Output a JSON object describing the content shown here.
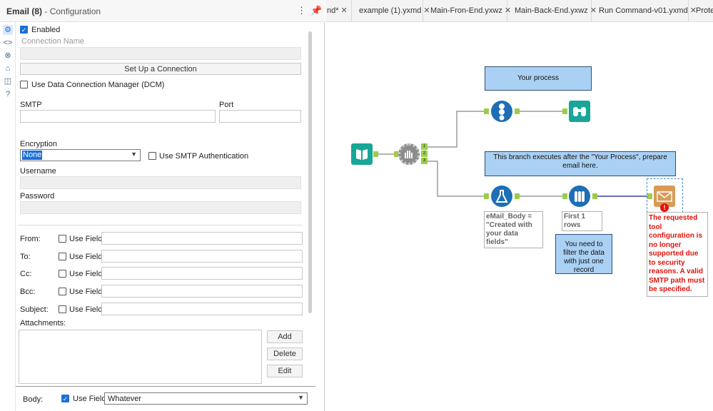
{
  "panel": {
    "title": "Email (8)",
    "subtitle": "- Configuration",
    "menu_icon": "kebab-icon",
    "pin_icon": "pin-icon"
  },
  "rail": [
    "gear-icon",
    "code-icon",
    "circle-arrow-icon",
    "tag-icon",
    "box-icon",
    "help-icon"
  ],
  "config": {
    "enabled_label": "Enabled",
    "connection_name_label": "Connection Name",
    "setup_button": "Set Up a Connection",
    "dcm_label": "Use Data Connection Manager (DCM)",
    "smtp_label": "SMTP",
    "port_label": "Port",
    "encryption_label": "Encryption",
    "encryption_value": "None",
    "smtp_auth_label": "Use SMTP Authentication",
    "username_label": "Username",
    "password_label": "Password",
    "from_label": "From:",
    "to_label": "To:",
    "cc_label": "Cc:",
    "bcc_label": "Bcc:",
    "subject_label": "Subject:",
    "use_field": "Use Field",
    "attachments_label": "Attachments:",
    "add_button": "Add",
    "delete_button": "Delete",
    "edit_button": "Edit",
    "body_label": "Body:",
    "body_use_field": "Use Field",
    "body_value": "Whatever"
  },
  "tabs": [
    {
      "label": "nd*"
    },
    {
      "label": "example (1).yxmd"
    },
    {
      "label": "Main-Fron-End.yxwz"
    },
    {
      "label": "Main-Back-End.yxwz"
    },
    {
      "label": "Run Command-v01.yxmd"
    },
    {
      "label": "Prote"
    }
  ],
  "canvas": {
    "note_your_process": "Your process",
    "note_branch": "This branch executes after the \"Your Process\", prepare email here.",
    "ann_formula": "eMail_Body = \"Created with your data fields\"",
    "ann_sample": "First 1 rows",
    "note_filter": "You need to filter the data with just one record",
    "err_text": "The requested tool configuration is no longer supported due to security reasons. A valid SMTP path must be specified.",
    "colors": {
      "accent": "#1c6fd8",
      "note_bg": "#aad1f4",
      "error": "#e3120b",
      "tool_blue": "#1e6fb5",
      "tool_teal": "#17a697",
      "tool_orange": "#d99a58"
    }
  }
}
